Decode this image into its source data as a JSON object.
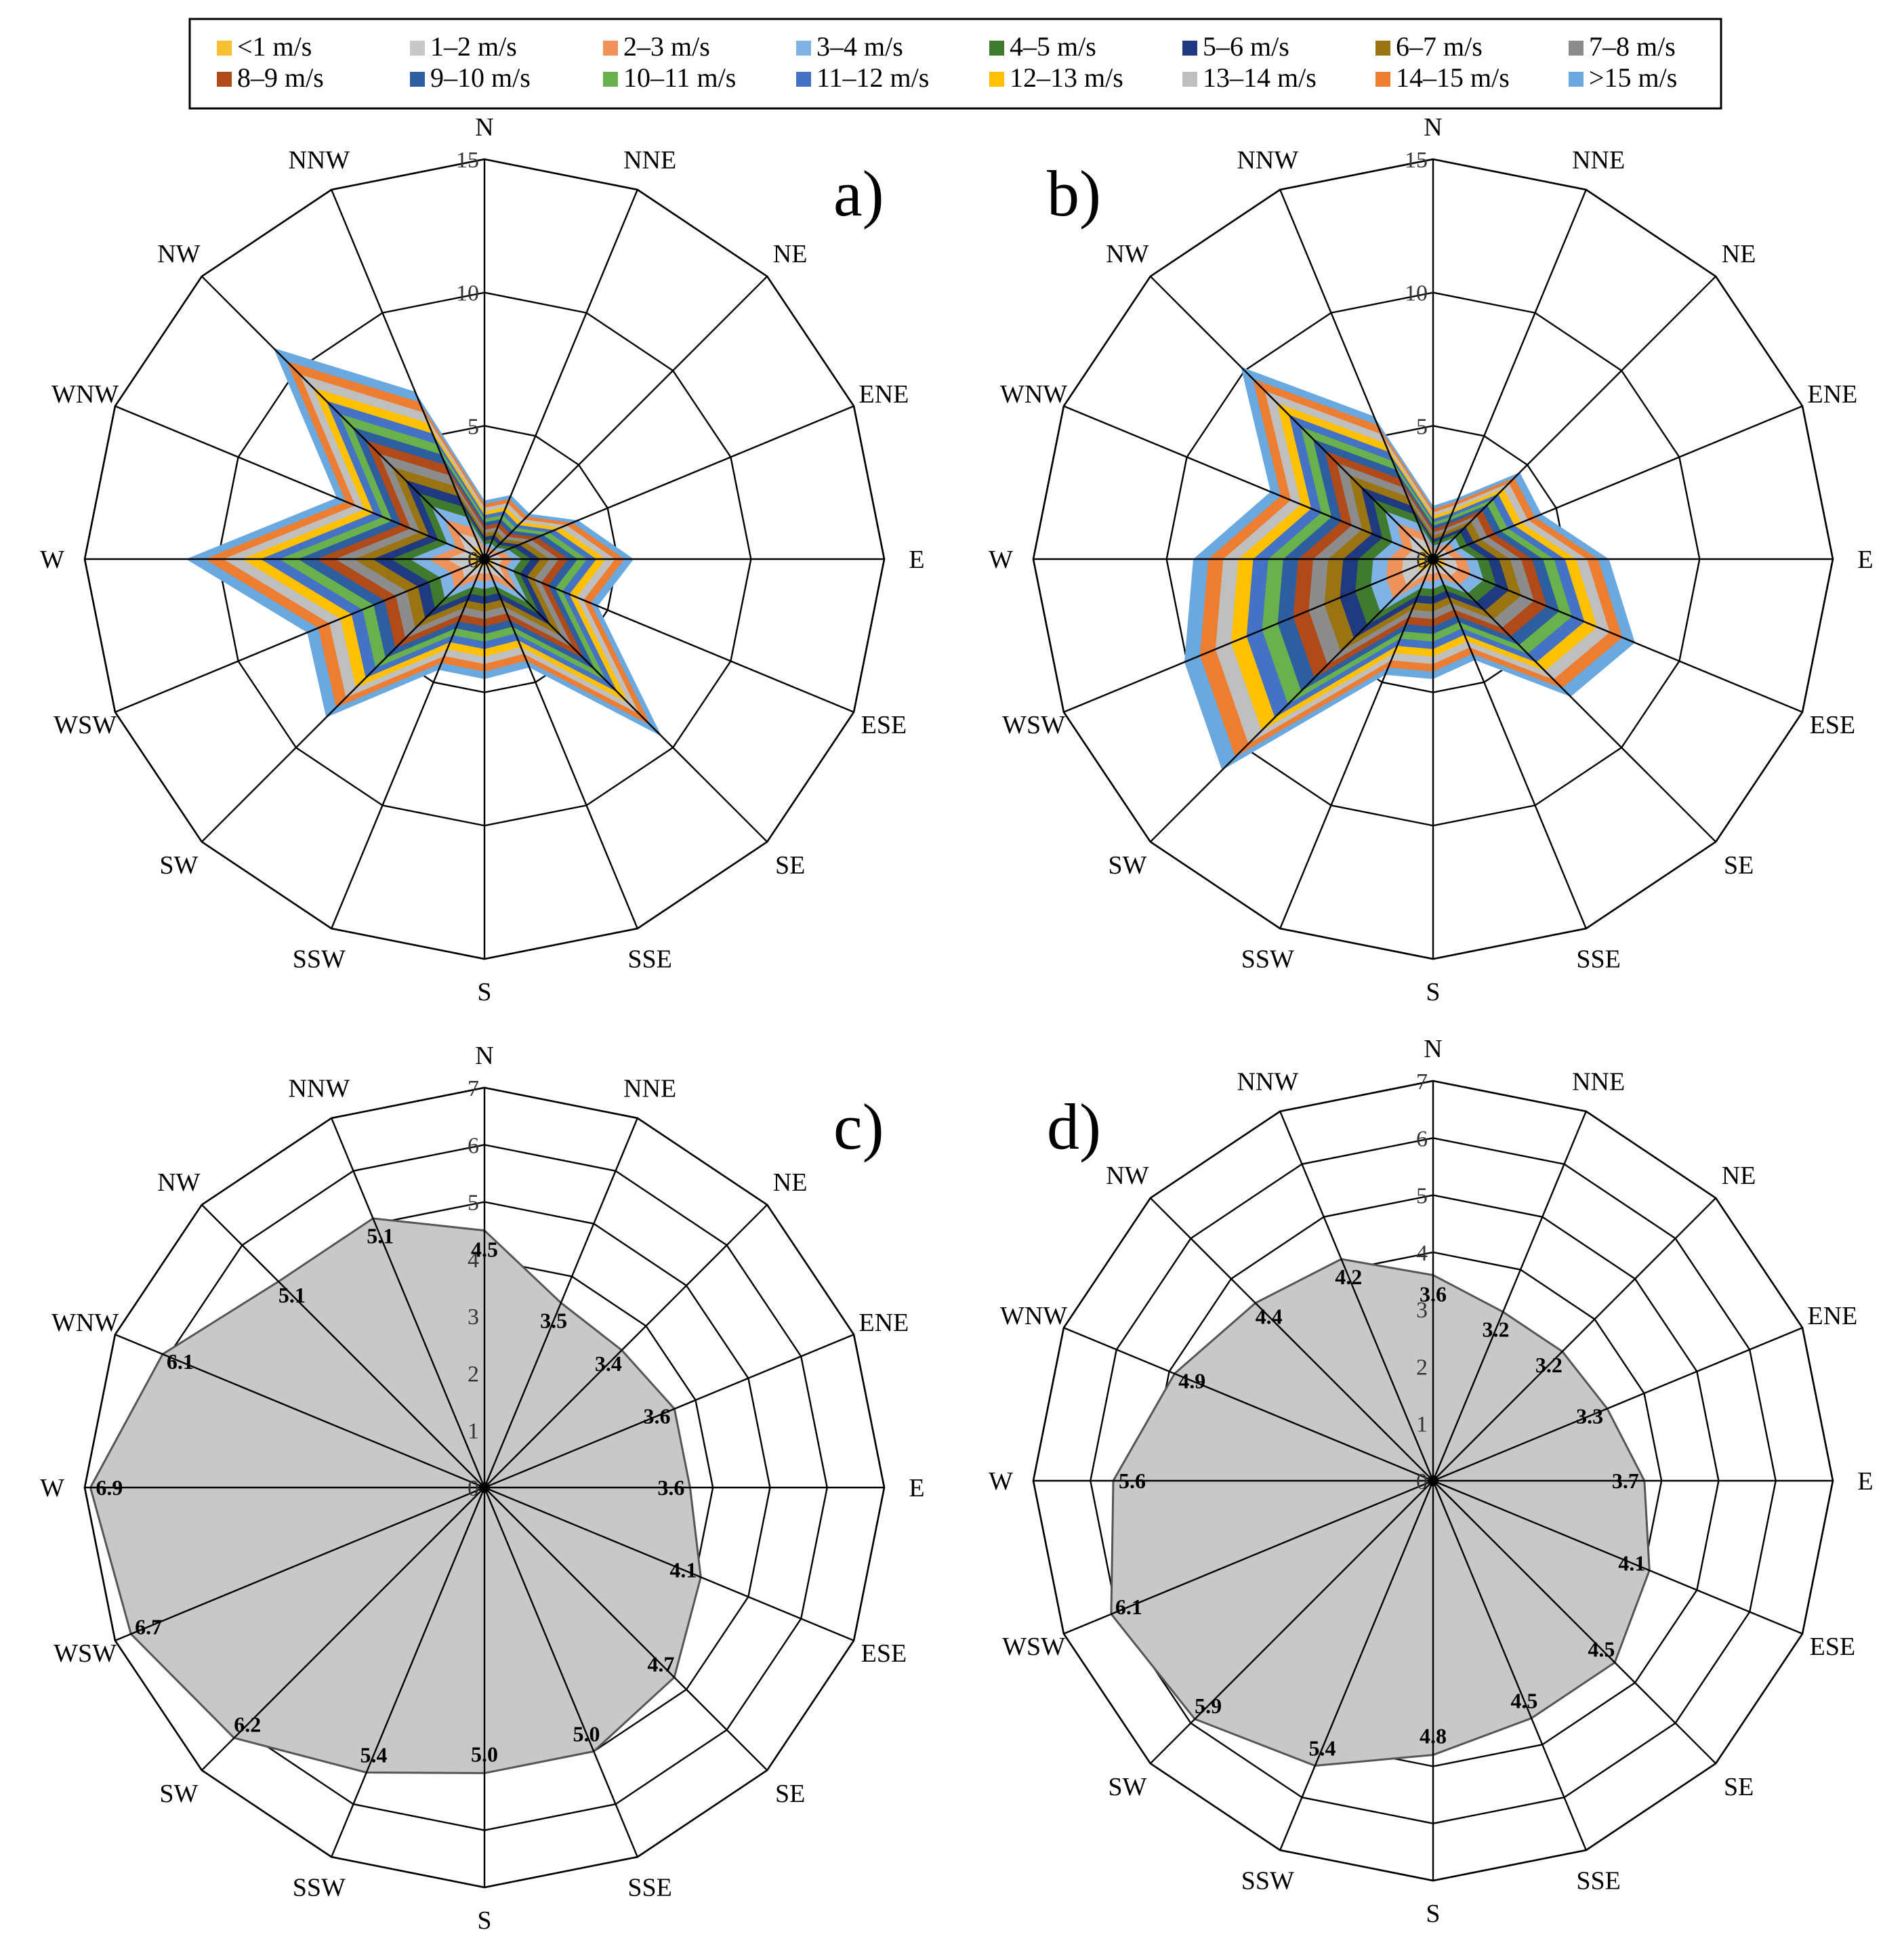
{
  "directions": [
    "N",
    "NNE",
    "NE",
    "ENE",
    "E",
    "ESE",
    "SE",
    "SSE",
    "S",
    "SSW",
    "SW",
    "WSW",
    "W",
    "WNW",
    "NW",
    "NNW"
  ],
  "legend": {
    "entries": [
      {
        "label": "<1 m/s",
        "color": "#f5c131"
      },
      {
        "label": "1–2 m/s",
        "color": "#c8c8c8"
      },
      {
        "label": "2–3 m/s",
        "color": "#f0935a"
      },
      {
        "label": "3–4 m/s",
        "color": "#7fb3e6"
      },
      {
        "label": "4–5 m/s",
        "color": "#3f7a2e"
      },
      {
        "label": "5–6 m/s",
        "color": "#1f3a80"
      },
      {
        "label": "6–7 m/s",
        "color": "#9a7410"
      },
      {
        "label": "7–8 m/s",
        "color": "#8c8c8c"
      },
      {
        "label": "8–9 m/s",
        "color": "#b04a18"
      },
      {
        "label": "9–10 m/s",
        "color": "#2d5fa0"
      },
      {
        "label": "10–11 m/s",
        "color": "#6ab04c"
      },
      {
        "label": "11–12 m/s",
        "color": "#4472c4"
      },
      {
        "label": "12–13 m/s",
        "color": "#ffc000"
      },
      {
        "label": "13–14 m/s",
        "color": "#bfbfbf"
      },
      {
        "label": "14–15 m/s",
        "color": "#ed7d31"
      },
      {
        "label": ">15 m/s",
        "color": "#6aa8e0"
      }
    ]
  },
  "chart_data": [
    {
      "panel": "a)",
      "type": "area",
      "subtype": "stacked-radar",
      "rmax": 15,
      "rings": [
        5,
        10,
        15
      ],
      "tick_labels": [
        "0",
        "5",
        "10",
        "15"
      ],
      "gridlines": [
        {
          "start_direction": "N"
        },
        {
          "start_direction": "NNE"
        },
        {
          "start_direction": "NE"
        },
        {
          "start_direction": "ENE"
        },
        {
          "start_direction": "E"
        },
        {
          "start_direction": "ESE"
        },
        {
          "start_direction": "SE"
        },
        {
          "start_direction": "SSE"
        },
        {
          "start_direction": "S"
        },
        {
          "start_direction": "SSW"
        },
        {
          "start_direction": "SW"
        },
        {
          "start_direction": "WSW"
        },
        {
          "start_direction": "W"
        },
        {
          "start_direction": "WNW"
        },
        {
          "start_direction": "NW"
        },
        {
          "start_direction": "NNW"
        }
      ],
      "totals": [
        2.2,
        2.6,
        2.4,
        3.8,
        5.6,
        4.6,
        9.4,
        4.4,
        4.5,
        4.5,
        8.4,
        7.2,
        11.2,
        6.0,
        11.2,
        6.8
      ]
    },
    {
      "panel": "b)",
      "type": "area",
      "subtype": "stacked-radar",
      "rmax": 15,
      "rings": [
        5,
        10,
        15
      ],
      "tick_labels": [
        "0",
        "5",
        "10",
        "15"
      ],
      "totals": [
        2.0,
        2.5,
        4.6,
        4.4,
        6.6,
        8.2,
        7.3,
        4.1,
        4.5,
        4.7,
        11.2,
        10.1,
        9.0,
        6.6,
        10.2,
        5.8
      ]
    },
    {
      "panel": "c)",
      "type": "area",
      "subtype": "radar",
      "rmax": 7,
      "rings": [
        1,
        2,
        3,
        4,
        5,
        6,
        7
      ],
      "tick_labels": [
        "0",
        "1",
        "2",
        "3",
        "4",
        "5",
        "6",
        "7"
      ],
      "values": [
        4.5,
        3.5,
        3.4,
        3.6,
        3.6,
        4.1,
        4.7,
        5.0,
        5.0,
        5.4,
        6.2,
        6.7,
        6.9,
        6.1,
        5.1,
        5.1
      ]
    },
    {
      "panel": "d)",
      "type": "area",
      "subtype": "radar",
      "rmax": 7,
      "rings": [
        1,
        2,
        3,
        4,
        5,
        6,
        7
      ],
      "tick_labels": [
        "0",
        "1",
        "2",
        "3",
        "4",
        "5",
        "6",
        "7"
      ],
      "values": [
        3.6,
        3.2,
        3.2,
        3.3,
        3.7,
        4.1,
        4.5,
        4.5,
        4.8,
        5.4,
        5.9,
        6.1,
        5.6,
        4.9,
        4.4,
        4.2
      ]
    }
  ]
}
